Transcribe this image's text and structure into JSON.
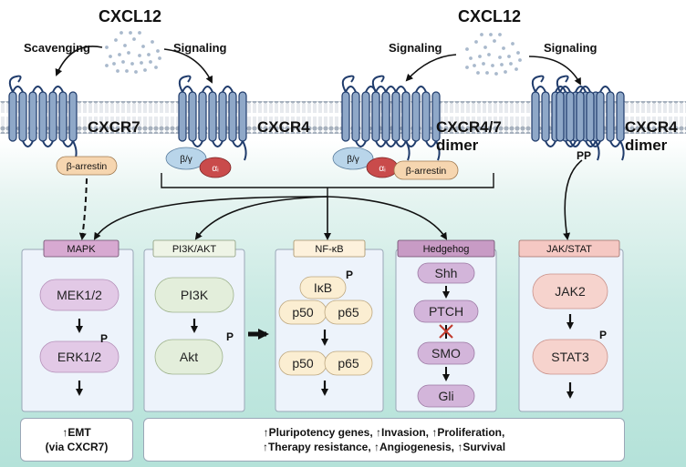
{
  "ligands": {
    "left": "CXCL12",
    "right": "CXCL12"
  },
  "arrows": {
    "scavenging": "Scavenging",
    "signaling1": "Signaling",
    "signaling2": "Signaling",
    "signaling3": "Signaling"
  },
  "receptors": {
    "cxcr7": "CXCR7",
    "cxcr4": "CXCR4",
    "cxcr47_line1": "CXCR4/7",
    "cxcr47_line2": "dimer",
    "cxcr4dimer_line1": "CXCR4",
    "cxcr4dimer_line2": "dimer"
  },
  "proteins": {
    "b_arrestin_1": "β-arrestin",
    "b_arrestin_2": "β-arrestin",
    "bg_1": "β/γ",
    "ai_1": "αᵢ",
    "bg_2": "β/γ",
    "ai_2": "αᵢ",
    "pp": "PP"
  },
  "pathways": {
    "mapk": {
      "title": "MAPK",
      "nodes": [
        "MEK1/2",
        "ERK1/2"
      ],
      "p": "P"
    },
    "pi3k": {
      "title": "PI3K/AKT",
      "nodes": [
        "PI3K",
        "Akt"
      ],
      "p": "P"
    },
    "nfkb": {
      "title": "NF-κB",
      "nodes": [
        "IκB",
        "p50",
        "p65",
        "p50",
        "p65"
      ],
      "p": "P"
    },
    "hedgehog": {
      "title": "Hedgehog",
      "nodes": [
        "Shh",
        "PTCH",
        "SMO",
        "Gli"
      ]
    },
    "jakstat": {
      "title": "JAK/STAT",
      "nodes": [
        "JAK2",
        "STAT3"
      ],
      "p": "P"
    }
  },
  "outcomes": {
    "left_line1": "↑EMT",
    "left_line2": "(via CXCR7)",
    "right_line1": "↑Pluripotency genes, ↑Invasion, ↑Proliferation,",
    "right_line2": "↑Therapy resistance, ↑Angiogenesis, ↑Survival"
  },
  "colors": {
    "membrane": "#a7b1be",
    "receptor": "#8fa8c8",
    "receptor_dark": "#1f3b6b",
    "b_arrestin": "#f6d6b0",
    "beta_gamma": "#b9d5ea",
    "alpha_i": "#c94b4b",
    "mapk_header": "#d7a9d1",
    "mapk_node": "#e2c9e6",
    "pi3k_header": "#eef4e6",
    "pi3k_node": "#e3eedb",
    "nfkb_header": "#fdf1dc",
    "nfkb_node": "#fbeed2",
    "hedgehog_header": "#c89bc5",
    "hedgehog_node": "#d3b5da",
    "jak_header": "#f5c8c3",
    "jak_node": "#f6d3cd",
    "panel_bg": "#edf3fb"
  }
}
